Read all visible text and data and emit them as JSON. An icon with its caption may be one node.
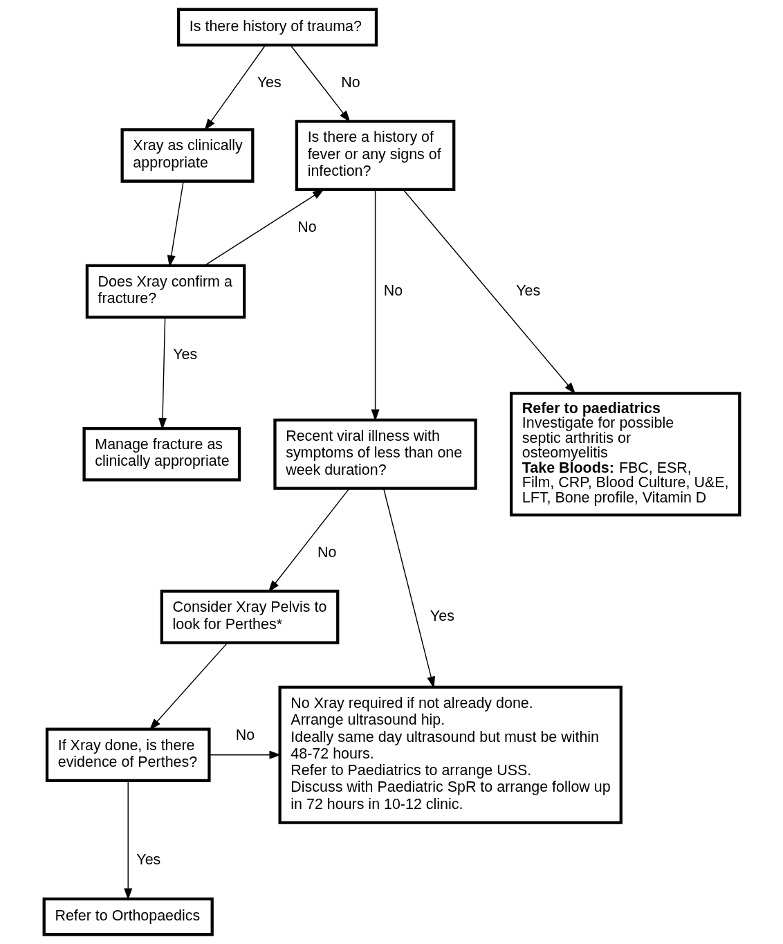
{
  "diagram": {
    "nodes": [
      {
        "text": [
          "Is there history of trauma?"
        ]
      },
      {
        "text": [
          "Xray as clinically appropriate"
        ]
      },
      {
        "text": [
          "Is there a history of fever or any signs of infection?"
        ]
      },
      {
        "text": [
          "Does Xray confirm a fracture?"
        ]
      },
      {
        "text": [
          "Manage fracture as clinically appropriate"
        ]
      },
      {
        "text": [
          "Recent viral illness with symptoms of less than one week duration?"
        ]
      },
      {
        "text": [
          "Refer to paediatrics",
          "Investigate for possible septic arthritis or osteomyelitis",
          "**Take Bloods:** FBC, ESR, Film, CRP, Blood Culture, U&E, LFT, Bone profile, Vitamin D"
        ]
      },
      {
        "text": [
          "Consider Xray Pelvis to look for Perthes*"
        ]
      },
      {
        "text": [
          "If Xray done, is there evidence of Perthes?"
        ]
      },
      {
        "text": [
          "No Xray required if not already done.",
          "Arrange ultrasound hip.",
          "Ideally same day ultrasound but must be within 48-72 hours.",
          "Refer to Paediatrics to arrange USS.",
          "Discuss with Paediatric SpR to arrange follow up in 72 hours in 10-12 clinic."
        ]
      },
      {
        "text": [
          "Refer to Orthopaedics"
        ]
      }
    ],
    "edges": [
      {
        "from": 0,
        "to": 1,
        "arrow": "to",
        "label": "Yes"
      },
      {
        "from": 0,
        "to": 2,
        "arrow": "to",
        "label": "No"
      },
      {
        "from": 1,
        "to": 3,
        "arrow": "to"
      },
      {
        "from": 3,
        "to": 2,
        "arrow": "to",
        "label": "No"
      },
      {
        "from": 3,
        "to": 4,
        "arrow": "to",
        "label": "Yes"
      },
      {
        "from": 2,
        "to": 5,
        "arrow": "to",
        "label": "No"
      },
      {
        "from": 2,
        "to": 6,
        "arrow": "to",
        "label": "Yes"
      },
      {
        "from": 5,
        "to": 7,
        "arrow": "to",
        "label": "No"
      },
      {
        "from": 5,
        "to": 9,
        "arrow": "to",
        "label": "Yes"
      },
      {
        "from": 7,
        "to": 8,
        "arrow": "to"
      },
      {
        "from": 8,
        "to": 9,
        "arrow": "to",
        "label": "No"
      },
      {
        "from": 8,
        "to": 10,
        "arrow": "to",
        "label": "Yes"
      }
    ]
  }
}
